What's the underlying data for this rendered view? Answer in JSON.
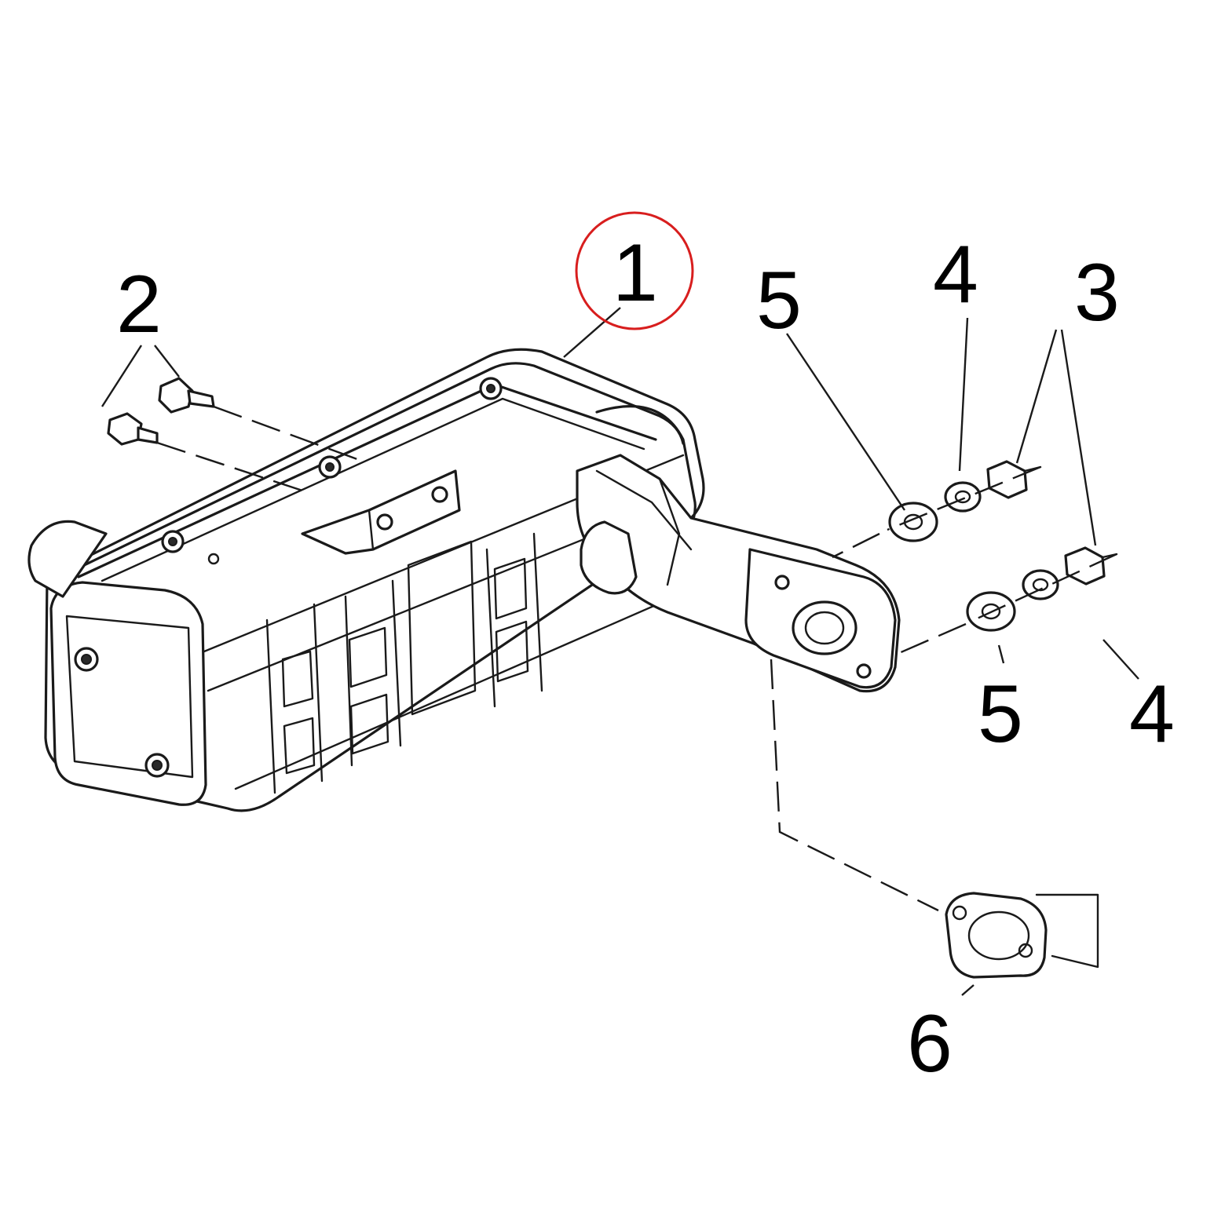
{
  "diagram": {
    "colors": {
      "line": "#1a1a1a",
      "background": "#ffffff",
      "highlight": "#d81e1e"
    },
    "callouts": {
      "c1": "1",
      "c2": "2",
      "c3": "3",
      "c4_top": "4",
      "c4_bottom": "4",
      "c5_top": "5",
      "c5_bottom": "5",
      "c6": "6"
    },
    "highlighted_callout": "1"
  }
}
